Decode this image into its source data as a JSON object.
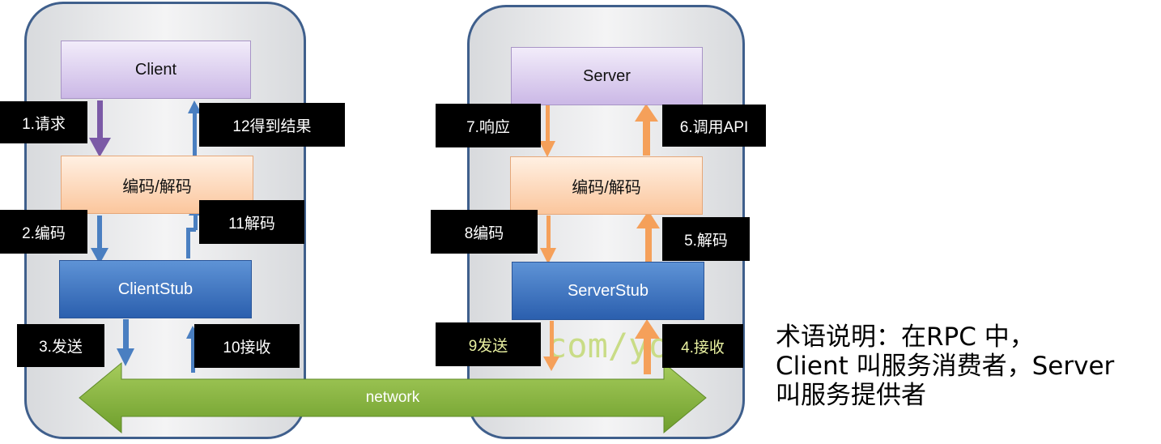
{
  "client_side": {
    "client_label": "Client",
    "codec_label": "编码/解码",
    "stub_label": "ClientStub",
    "steps": {
      "request": "1.请求",
      "encode": "2.编码",
      "send": "3.发送",
      "receive": "10接收",
      "decode": "11解码",
      "result": "12得到结果"
    }
  },
  "server_side": {
    "server_label": "Server",
    "codec_label": "编码/解码",
    "stub_label": "ServerStub",
    "steps": {
      "receive": "4.接收",
      "decode": "5.解码",
      "call_api": "6.调用API",
      "respond": "7.响应",
      "encode": "8编码",
      "send": "9发送"
    }
  },
  "network_label": "network",
  "watermark": "com/yo",
  "note": {
    "line1": "术语说明：在RPC 中，",
    "line2": "Client 叫服务消费者，Server",
    "line3": "叫服务提供者"
  },
  "colors": {
    "panel_border": "#3f5f8c",
    "client_arrow": "#7b5aa6",
    "blue_arrow": "#4a7fc1",
    "orange_arrow": "#f5a05a",
    "network_green": "#7fb13a",
    "step_tag_text_yellow": "#e8f0a0"
  }
}
